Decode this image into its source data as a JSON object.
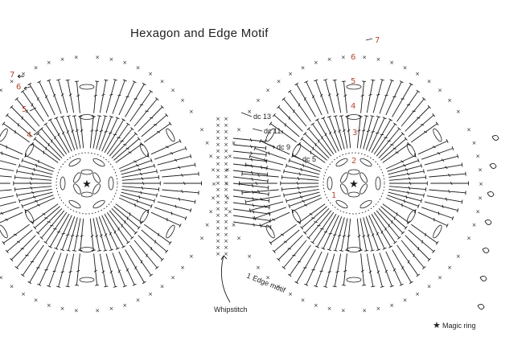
{
  "title": "Hexagon and Edge Motif",
  "row_numbers_left": [
    "7",
    "6",
    "5",
    "4"
  ],
  "row_numbers_right": [
    "7",
    "6",
    "5",
    "4",
    "3",
    "2",
    "1"
  ],
  "stitch_labels": [
    "dc 13",
    "dc 11",
    "dc 9",
    "dc 5"
  ],
  "edge_label": "Edge motif",
  "edge_label_prefix": "1",
  "whipstitch_label": "Whipstitch",
  "legend": {
    "symbol": "★",
    "label": "Magic ring"
  },
  "colors": {
    "line": "#1c1c1c",
    "row_numbers": "#b5472f",
    "background": "#ffffff"
  },
  "symbols": {
    "single_crochet": "×",
    "magic_ring": "★"
  }
}
